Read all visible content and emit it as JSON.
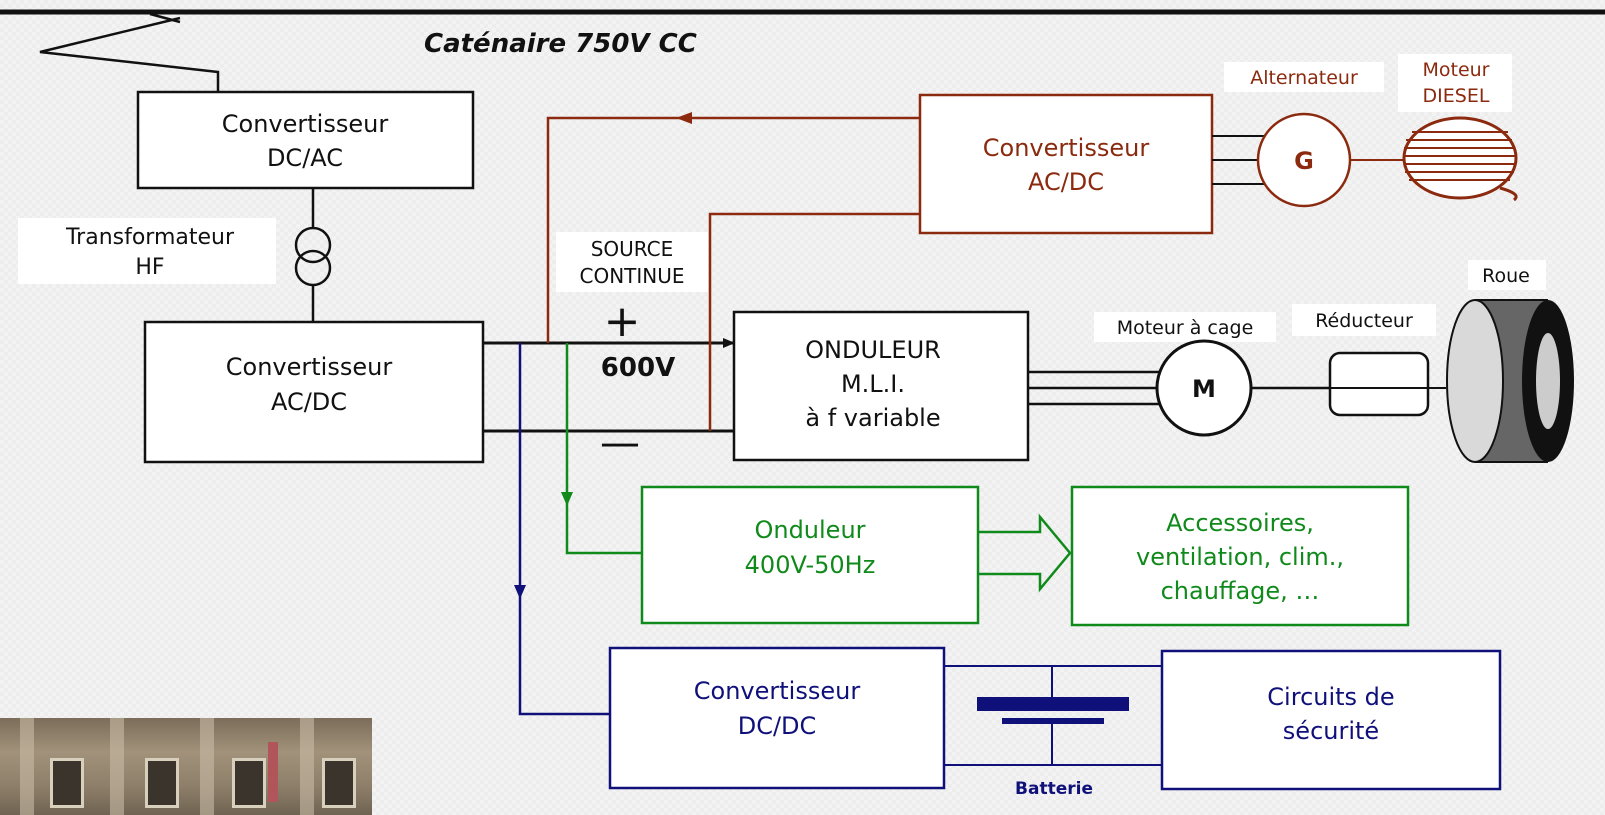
{
  "catenary": "Caténaire 750V CC",
  "blocks": {
    "conv_dcac": [
      "Convertisseur",
      "DC/AC"
    ],
    "transformer": [
      "Transformateur",
      "HF"
    ],
    "conv_acdc_main": [
      "Convertisseur",
      "AC/DC"
    ],
    "source": [
      "SOURCE",
      "CONTINUE"
    ],
    "plus": "+",
    "minus": "—",
    "voltage": "600V",
    "onduleur": [
      "ONDULEUR",
      "M.L.I.",
      "à  f  variable"
    ],
    "conv_acdc_diesel": [
      "Convertisseur",
      "AC/DC"
    ],
    "alternateur": "Alternateur",
    "generator": "G",
    "moteur_diesel": [
      "Moteur",
      "DIESEL"
    ],
    "moteur_cage": "Moteur à cage",
    "motor": "M",
    "reducteur": "Réducteur",
    "roue": "Roue",
    "onduleur_aux": [
      "Onduleur",
      "400V-50Hz"
    ],
    "accessoires": [
      "Accessoires,",
      "ventilation, clim.,",
      "chauffage, …"
    ],
    "conv_dcdc": [
      "Convertisseur",
      "DC/DC"
    ],
    "circuits": [
      "Circuits de",
      "sécurité"
    ],
    "batterie": "Batterie"
  },
  "colors": {
    "black": "#111111",
    "brown": "#8b2a0e",
    "green": "#118a1c",
    "blue": "#10107a"
  }
}
